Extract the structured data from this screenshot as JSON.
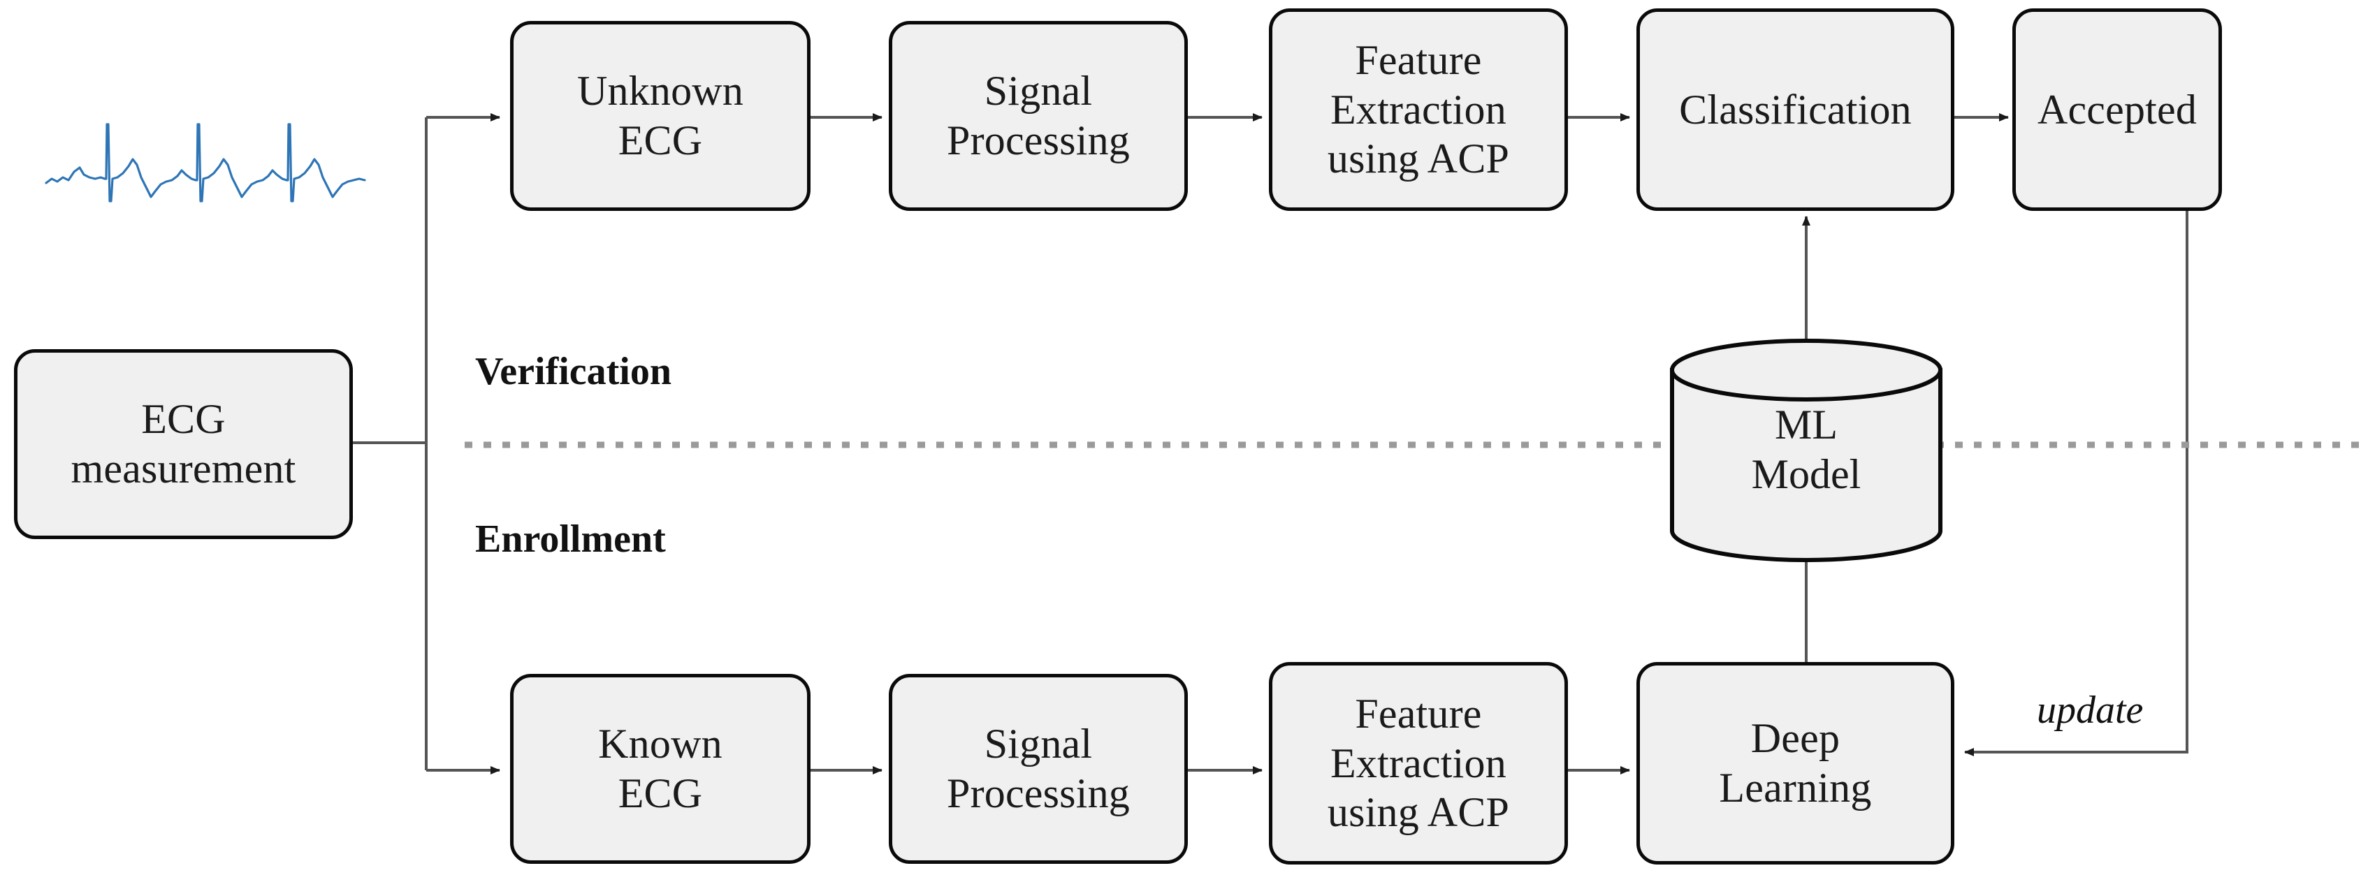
{
  "diagram": {
    "title": "ECG biometric verification and enrollment pipeline",
    "colors": {
      "box_fill": "#f0f0f0",
      "box_stroke": "#0a0a0a",
      "arrow": "#555555",
      "divider": "#9a9a9a",
      "ecg_signal": "#2e75b6",
      "text": "#1a1a1a"
    },
    "sections": {
      "verification_label": "Verification",
      "enrollment_label": "Enrollment"
    },
    "source": {
      "ecg_signal_name": "ecg-waveform",
      "measurement_label": "ECG\nmeasurement"
    },
    "verification_chain": [
      {
        "id": "unknown-ecg",
        "label": "Unknown\nECG"
      },
      {
        "id": "signal-processing-top",
        "label": "Signal\nProcessing"
      },
      {
        "id": "feature-extraction-top",
        "label": "Feature\nExtraction\nusing ACP"
      },
      {
        "id": "classification",
        "label": "Classification"
      },
      {
        "id": "accepted",
        "label": "Accepted"
      }
    ],
    "enrollment_chain": [
      {
        "id": "known-ecg",
        "label": "Known\nECG"
      },
      {
        "id": "signal-processing-bottom",
        "label": "Signal\nProcessing"
      },
      {
        "id": "feature-extraction-bottom",
        "label": "Feature\nExtraction\nusing ACP"
      },
      {
        "id": "deep-learning",
        "label": "Deep\nLearning"
      }
    ],
    "datastore": {
      "id": "ml-model",
      "label": "ML\nModel"
    },
    "edge_labels": {
      "update": "update"
    }
  }
}
